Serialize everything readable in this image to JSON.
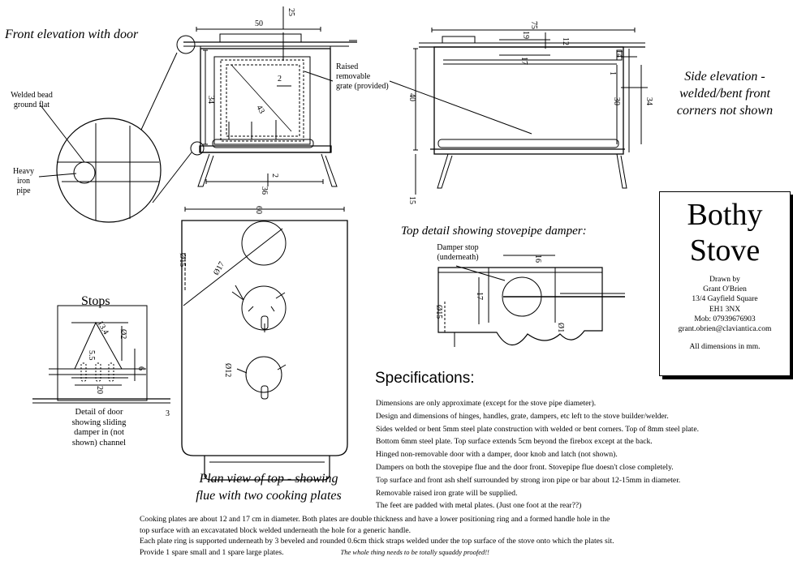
{
  "captions": {
    "front": "Front elevation with door",
    "side": "Side elevation -\nwelded/bent front\ncorners not shown",
    "plan": "Plan view of top - showing\nflue with two cooking plates",
    "top_detail": "Top detail showing stovepipe damper:",
    "stops_title": "Stops",
    "door_detail": "Detail of door\nshowing sliding\ndamper in (not\nshown) channel"
  },
  "labels": {
    "welded_bead": "Welded bead\nground flat",
    "heavy_pipe": "Heavy\niron\npipe",
    "raised_grate": "Raised\nremovable\ngrate (provided)",
    "damper_stop": "Damper stop\n(underneath)"
  },
  "dims": {
    "front": {
      "d25": "25",
      "d50": "50",
      "d34": "34",
      "d43": "43",
      "d2a": "2",
      "d2b": "2",
      "d36": "36",
      "d3": "3"
    },
    "side": {
      "d75": "75",
      "d19": "19",
      "d17": "17",
      "d12": "12",
      "d14": "14",
      "d1": "1",
      "d40": "40",
      "d30": "30",
      "d34": "34",
      "d15": "15"
    },
    "plan": {
      "d60": "60",
      "d15": "Ø15",
      "d17": "Ø17",
      "d12": "Ø12"
    },
    "damper": {
      "d16": "16",
      "d17": "17",
      "d15": "Ø15",
      "d1": "Ø1"
    },
    "stops": {
      "d134": "13.4",
      "d2": "Ø2",
      "d55": "5.5",
      "d20": "20",
      "d6": "6"
    }
  },
  "title_block": {
    "title_line1": "Bothy",
    "title_line2": "Stove",
    "drawn_by": "Drawn by",
    "name": "Grant O'Brien",
    "address1": "13/4 Gayfield Square",
    "address2": "EH1 3NX",
    "mobile": "Mob: 07939676903",
    "email": "grant.obrien@claviantica.com",
    "units": "All dimensions in mm."
  },
  "specifications": {
    "heading": "Specifications:",
    "lines": [
      "Dimensions are only approximate (except for the stove pipe diameter).",
      "Design and dimensions of hinges, handles, grate, dampers, etc left to the stove builder/welder.",
      "Sides welded or bent 5mm steel plate construction with welded or bent corners. Top of 8mm steel plate.",
      "Bottom 6mm steel plate.  Top surface extends 5cm beyond the firebox except at the back.",
      "Hinged non-removable door with a damper, door knob and latch (not shown).",
      "Dampers on both the stovepipe flue and the door front. Stovepipe flue doesn't close completely.",
      "Top surface and front ash shelf surrounded by strong iron pipe or bar about 12-15mm in diameter.",
      "Removable raised iron grate will be supplied.",
      "The feet are padded with metal plates.  (Just one foot at the rear??)"
    ],
    "bottom_lines": [
      "Cooking plates are about 12 and 17 cm in diameter.  Both plates are double thickness and have a lower positioning ring and a formed handle hole in the",
      "top surface with an excavatated block welded underneath the hole for a generic handle.",
      "Each plate ring is supported underneath by 3 beveled and rounded 0.6cm thick straps welded under the top surface of the stove onto which the plates sit.",
      "Provide 1 spare small and 1 spare large plates."
    ],
    "whole_thing": "The whole thing needs to be totally squaddy proofed!!"
  }
}
